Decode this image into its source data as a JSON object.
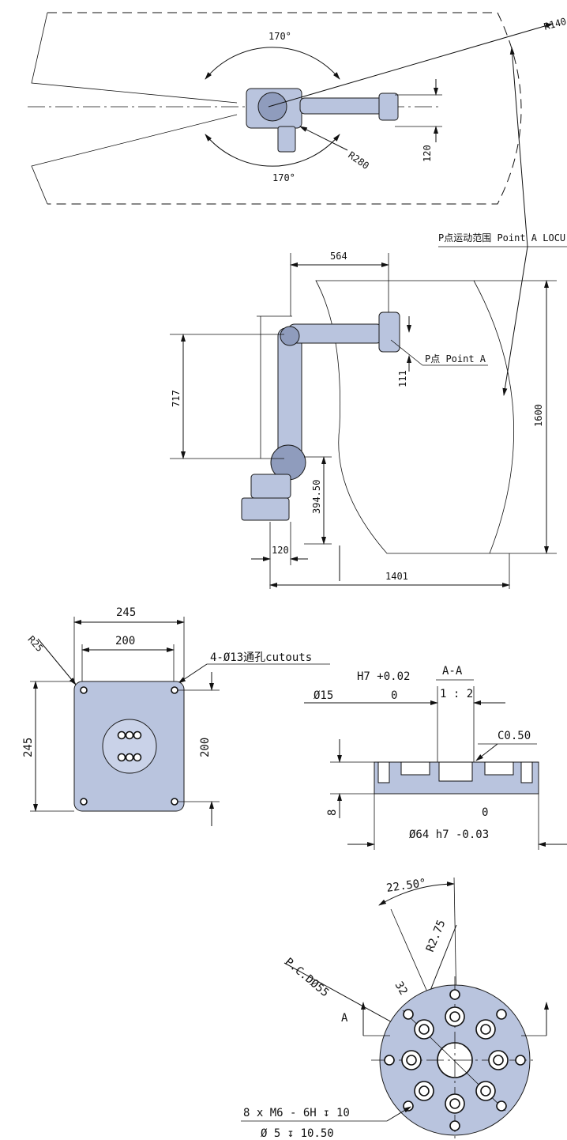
{
  "top_view": {
    "angle_upper": "170°",
    "angle_lower": "170°",
    "radius_reach": "R140",
    "radius_inner": "R280",
    "offset": "120",
    "locus_label": "P点运动范围 Point A LOCU"
  },
  "side_view": {
    "dim_564": "564",
    "dim_717": "717",
    "dim_1600": "1600",
    "dim_111": "111",
    "dim_39450": "394.50",
    "dim_120": "120",
    "dim_1401": "1401",
    "point_label": "P点 Point A"
  },
  "base_plate": {
    "width_outer": "245",
    "width_inner": "200",
    "corner_radius": "R25",
    "holes_label": "4-Ø13通孔cutouts",
    "height_outer": "245",
    "height_inner": "200"
  },
  "section": {
    "phi15": "Ø15",
    "tol_h7": "H7 +0.02",
    "tol_h7_low": "0",
    "section_name": "A-A",
    "scale": "1 : 2",
    "chamfer": "C0.50",
    "thickness": "8",
    "tol_h7_b_high": "0",
    "phi64": "Ø64 h7 -0.03"
  },
  "flange": {
    "angle": "22.50°",
    "pcd": "P.C.DØ55",
    "radius": "R2.75",
    "dim_32": "32",
    "section_mark": "A",
    "thread": "8 x  M6 - 6H ↧ 10",
    "drill": "Ø 5 ↧ 10.50"
  }
}
